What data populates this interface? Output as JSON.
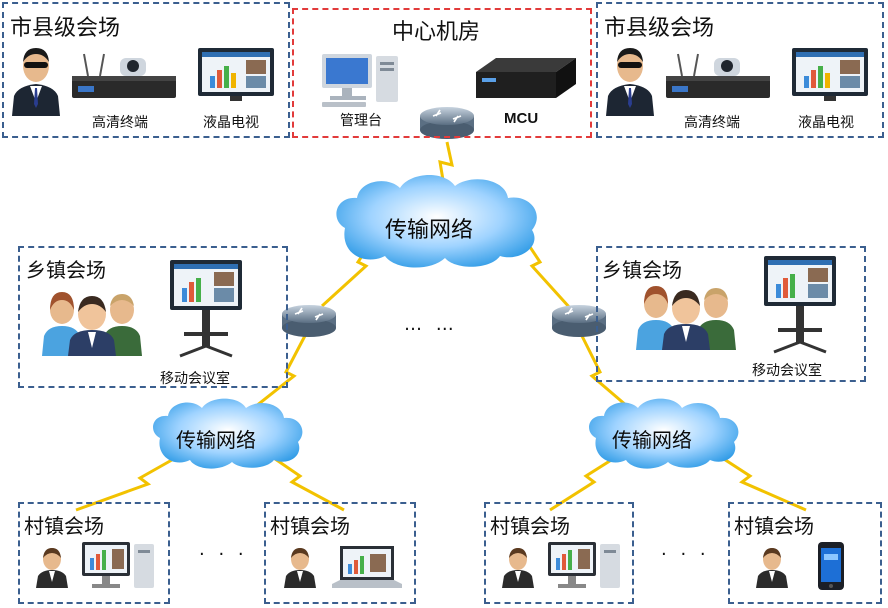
{
  "top_left": {
    "title": "市县级会场",
    "terminal_label": "高清终端",
    "tv_label": "液晶电视"
  },
  "center": {
    "title": "中心机房",
    "console_label": "管理台",
    "mcu_label": "MCU"
  },
  "top_right": {
    "title": "市县级会场",
    "terminal_label": "高清终端",
    "tv_label": "液晶电视"
  },
  "networks": {
    "main_label": "传输网络",
    "left_label": "传输网络",
    "right_label": "传输网络"
  },
  "mid_left": {
    "title": "乡镇会场",
    "room_label": "移动会议室"
  },
  "mid_right": {
    "title": "乡镇会场",
    "room_label": "移动会议室"
  },
  "villages": [
    {
      "title": "村镇会场"
    },
    {
      "title": "村镇会场"
    },
    {
      "title": "村镇会场"
    },
    {
      "title": "村镇会场"
    }
  ],
  "ellipsis": {
    "center": "… …",
    "bottom_left": "· · ·",
    "bottom_right": "· · ·"
  },
  "colors": {
    "box_border": "#3b5f8f",
    "center_border": "#e23b3b",
    "link": "#f2c200",
    "cloud": "#2f9be6"
  },
  "icons": [
    "person-icon",
    "hd-terminal-icon",
    "lcd-tv-icon",
    "computer-icon",
    "mcu-icon",
    "router-icon",
    "cloud-icon",
    "group-icon",
    "mobile-room-icon",
    "laptop-icon",
    "phone-icon"
  ]
}
